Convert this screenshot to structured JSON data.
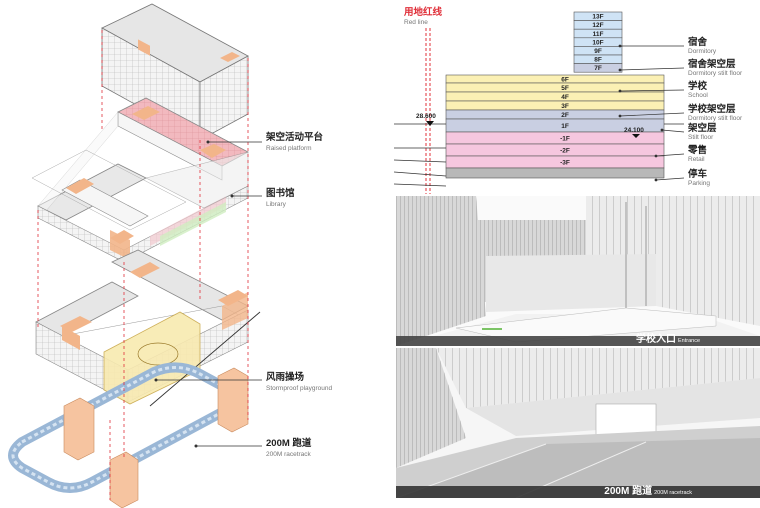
{
  "left": {
    "labels": [
      {
        "cn": "架空活动平台",
        "en": "Raised platform"
      },
      {
        "cn": "图书馆",
        "en": "Library"
      },
      {
        "cn": "风雨操场",
        "en": "Stormproof playground"
      },
      {
        "cn": "200M 跑道",
        "en": "200M racetrack"
      }
    ]
  },
  "section": {
    "red_line": {
      "cn": "用地红线",
      "en": "Red line"
    },
    "elev_left": "28.600",
    "elev_right": "24.100",
    "floors_upper": [
      "13F",
      "12F",
      "11F",
      "10F",
      "9F",
      "8F",
      "7F"
    ],
    "floors_lower": [
      "6F",
      "5F",
      "4F",
      "3F",
      "2F",
      "1F",
      "-1F",
      "-2F",
      "-3F"
    ],
    "labels": [
      {
        "cn": "宿舍",
        "en": "Dormitory"
      },
      {
        "cn": "宿舍架空层",
        "en": "Dormitory stilt floor"
      },
      {
        "cn": "学校",
        "en": "School"
      },
      {
        "cn": "学校架空层",
        "en": "Dormitory stilt floor"
      },
      {
        "cn": "架空层",
        "en": "Stilt floor"
      },
      {
        "cn": "零售",
        "en": "Retail"
      },
      {
        "cn": "停车",
        "en": "Parking"
      }
    ],
    "colors": {
      "dorm": "#cfe3f5",
      "dorm_stilt": "#c9cfe2",
      "school": "#fbf0b4",
      "school_stilt": "#c9cfe2",
      "stilt": "#c9cfe2",
      "retail": "#f6c7df",
      "parking": "#b8b8b8",
      "red": "#e0303a"
    }
  },
  "photos": [
    {
      "cn": "学校入口",
      "en": "Entrance"
    },
    {
      "cn": "200M 跑道",
      "en": "200M racetrack"
    }
  ]
}
